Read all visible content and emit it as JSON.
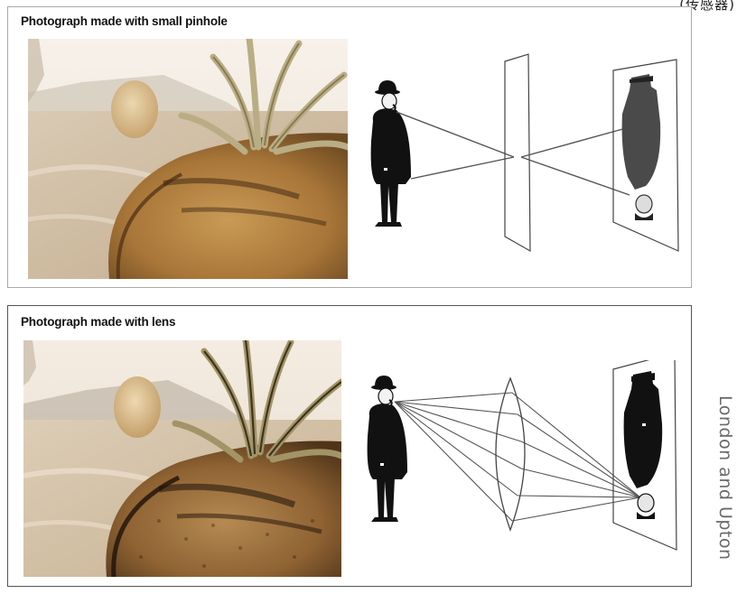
{
  "corner_text": "(传感器)",
  "panels": {
    "pinhole": {
      "title": "Photograph made with small pinhole"
    },
    "lens": {
      "title": "Photograph made with lens"
    }
  },
  "credit": "London and Upton",
  "icons": {
    "figure": "man-in-bowler-hat-icon",
    "inverted_figure": "inverted-image-icon",
    "lens": "convex-lens-icon"
  },
  "colors": {
    "border": "#888888",
    "photo_sand": "#c9b79a",
    "photo_rock": "#c7a36a",
    "line": "#555555",
    "credit": "#6a6a6a"
  }
}
